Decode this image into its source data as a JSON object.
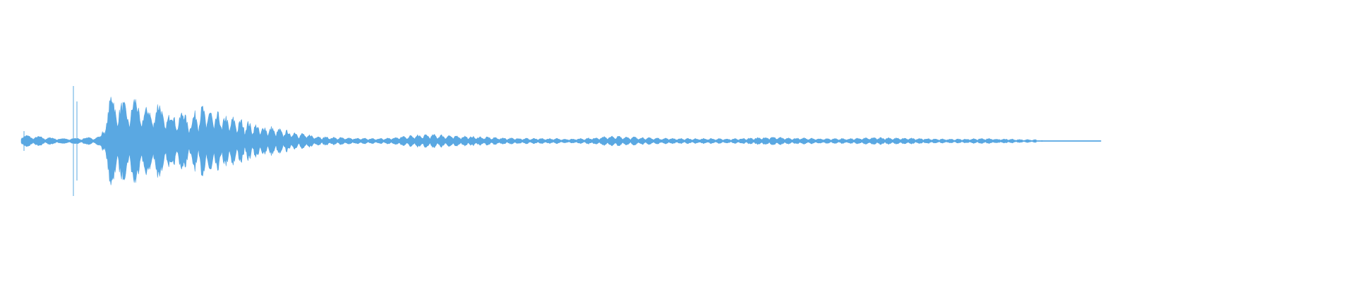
{
  "waveform": {
    "color": "#5aa8e2",
    "background": "#ffffff",
    "sample_count": 1529,
    "peaks": [
      0.12,
      0.1,
      0.08,
      0.06,
      0.05,
      0.06,
      0.07,
      0.09,
      1.0,
      0.72,
      0.86,
      0.64,
      0.78,
      0.55,
      0.6,
      0.5,
      0.7,
      0.56,
      0.5,
      0.44,
      0.38,
      0.3,
      0.28,
      0.22,
      0.18,
      0.14,
      0.1,
      0.08,
      0.07,
      0.06,
      0.06,
      0.05,
      0.06,
      0.08,
      0.1,
      0.12,
      0.13,
      0.12,
      0.11,
      0.1,
      0.09,
      0.08,
      0.07,
      0.06,
      0.06,
      0.05,
      0.05,
      0.05,
      0.04,
      0.05,
      0.06,
      0.08,
      0.1,
      0.09,
      0.08,
      0.07,
      0.06,
      0.06,
      0.05,
      0.05,
      0.05,
      0.05,
      0.04,
      0.05,
      0.06,
      0.07,
      0.08,
      0.07,
      0.06,
      0.06,
      0.05,
      0.05,
      0.05,
      0.05,
      0.06,
      0.07,
      0.07,
      0.06,
      0.06,
      0.05,
      0.05,
      0.04,
      0.04,
      0.04,
      0.05,
      0.05,
      0.04,
      0.04,
      0.03,
      0.03,
      0.03,
      0.02,
      0.02,
      0.02,
      0.01,
      0.01
    ]
  }
}
